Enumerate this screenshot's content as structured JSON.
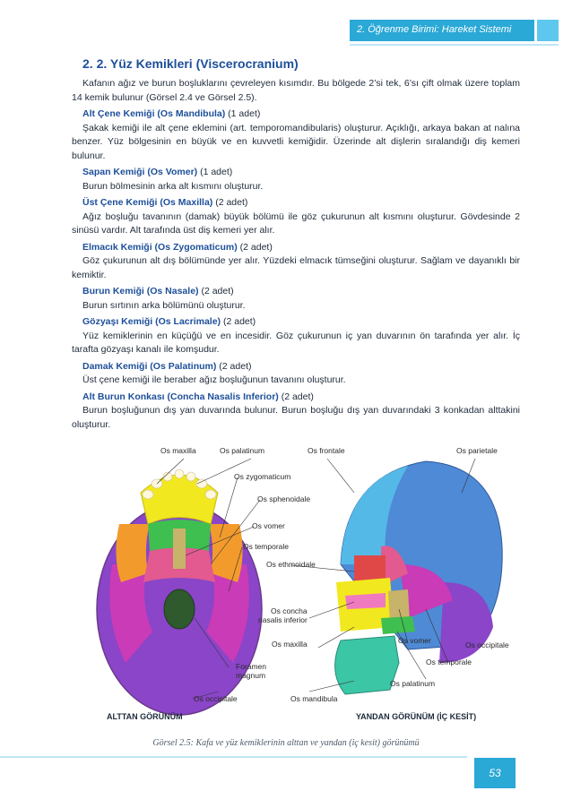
{
  "header": {
    "unit_label": "2. Öğrenme Birimi: Hareket Sistemi"
  },
  "section": {
    "title": "2. 2. Yüz Kemikleri (Viscerocranium)",
    "intro": "Kafanın ağız ve burun boşluklarını çevreleyen kısımdır. Bu bölgede 2’si tek, 6’sı çift olmak üzere toplam 14 kemik bulunur (Görsel 2.4 ve Görsel 2.5)."
  },
  "entries": [
    {
      "name": "Alt Çene Kemiği (Os Mandibula)",
      "count": " (1 adet)",
      "desc": "Şakak kemiği ile alt çene eklemini (art. temporomandibularis) oluşturur. Açıklığı, arkaya bakan at nalına benzer. Yüz bölgesinin en büyük ve en kuvvetli kemiğidir. Üzerinde alt dişlerin sıralandığı diş kemeri bulunur."
    },
    {
      "name": "Sapan Kemiği (Os Vomer)",
      "count": " (1 adet)",
      "desc": "Burun bölmesinin arka alt kısmını oluşturur."
    },
    {
      "name": "Üst Çene Kemiği (Os Maxilla)",
      "count": " (2 adet)",
      "desc": "Ağız boşluğu tavanının (damak) büyük bölümü ile göz çukurunun alt kısmını oluşturur. Gövdesinde 2 sinüsü vardır. Alt tarafında üst diş kemeri yer alır."
    },
    {
      "name": "Elmacık Kemiği (Os Zygomaticum)",
      "count": " (2 adet)",
      "desc": "Göz çukurunun alt dış bölümünde yer alır. Yüzdeki elmacık tümseğini oluşturur. Sağlam ve dayanıklı bir kemiktir."
    },
    {
      "name": "Burun Kemiği (Os Nasale)",
      "count": " (2 adet)",
      "desc": "Burun sırtının arka bölümünü oluşturur."
    },
    {
      "name": "Gözyaşı Kemiği (Os Lacrimale)",
      "count": " (2 adet)",
      "desc": "Yüz kemiklerinin en küçüğü ve en incesidir. Göz çukurunun iç yan duvarının ön tarafında yer alır. İç tarafta gözyaşı kanalı ile komşudur."
    },
    {
      "name": "Damak Kemiği (Os Palatinum)",
      "count": " (2 adet)",
      "desc": "Üst çene kemiği ile beraber ağız boşluğunun tavanını oluşturur."
    },
    {
      "name": "Alt Burun Konkası (Concha Nasalis Inferior)",
      "count": " (2 adet)",
      "desc": "Burun boşluğunun dış yan duvarında bulunur. Burun boşluğu dış yan duvarındaki 3 konkadan alttakini oluşturur."
    }
  ],
  "figure": {
    "labels": {
      "os_maxilla": "Os maxilla",
      "os_palatinum": "Os palatinum",
      "os_frontale": "Os frontale",
      "os_parietale": "Os parietale",
      "os_zygomaticum": "Os zygomaticum",
      "os_sphenoidale": "Os sphenoidale",
      "os_vomer": "Os vomer",
      "os_temporale": "Os temporale",
      "os_ethmoidale": "Os ethmoidale",
      "os_concha_1": "Os concha",
      "os_concha_2": "nasalis inferior",
      "os_maxilla_side": "Os maxilla",
      "os_vomer_side": "Os vomer",
      "os_occipitale_side": "Os occipitale",
      "os_temporale_side": "Os temporale",
      "foramen_1": "Foramen",
      "foramen_2": "magnum",
      "os_palatinum_side": "Os palatinum",
      "os_occipitale": "Os occipitale",
      "os_mandibula": "Os mandibula"
    },
    "view_bottom": "ALTTAN GÖRÜNÜM",
    "view_side": "YANDAN GÖRÜNÜM (İÇ KESİT)",
    "caption": "Görsel 2.5: Kafa ve yüz kemiklerinin alttan ve yandan (iç kesit) görünümü",
    "colors": {
      "maxilla": "#f2e81f",
      "palatinum": "#3fbf4f",
      "frontale": "#55b9e8",
      "parietale": "#4f8ad6",
      "zygomaticum": "#f29b2c",
      "sphenoidale": "#e25a8f",
      "vomer": "#c8b36a",
      "temporale": "#c93bb7",
      "ethmoidale": "#e04848",
      "occipitale": "#8a45c8",
      "mandibula": "#3bc6a6",
      "concha": "#f07ac0"
    }
  },
  "page_number": "53"
}
